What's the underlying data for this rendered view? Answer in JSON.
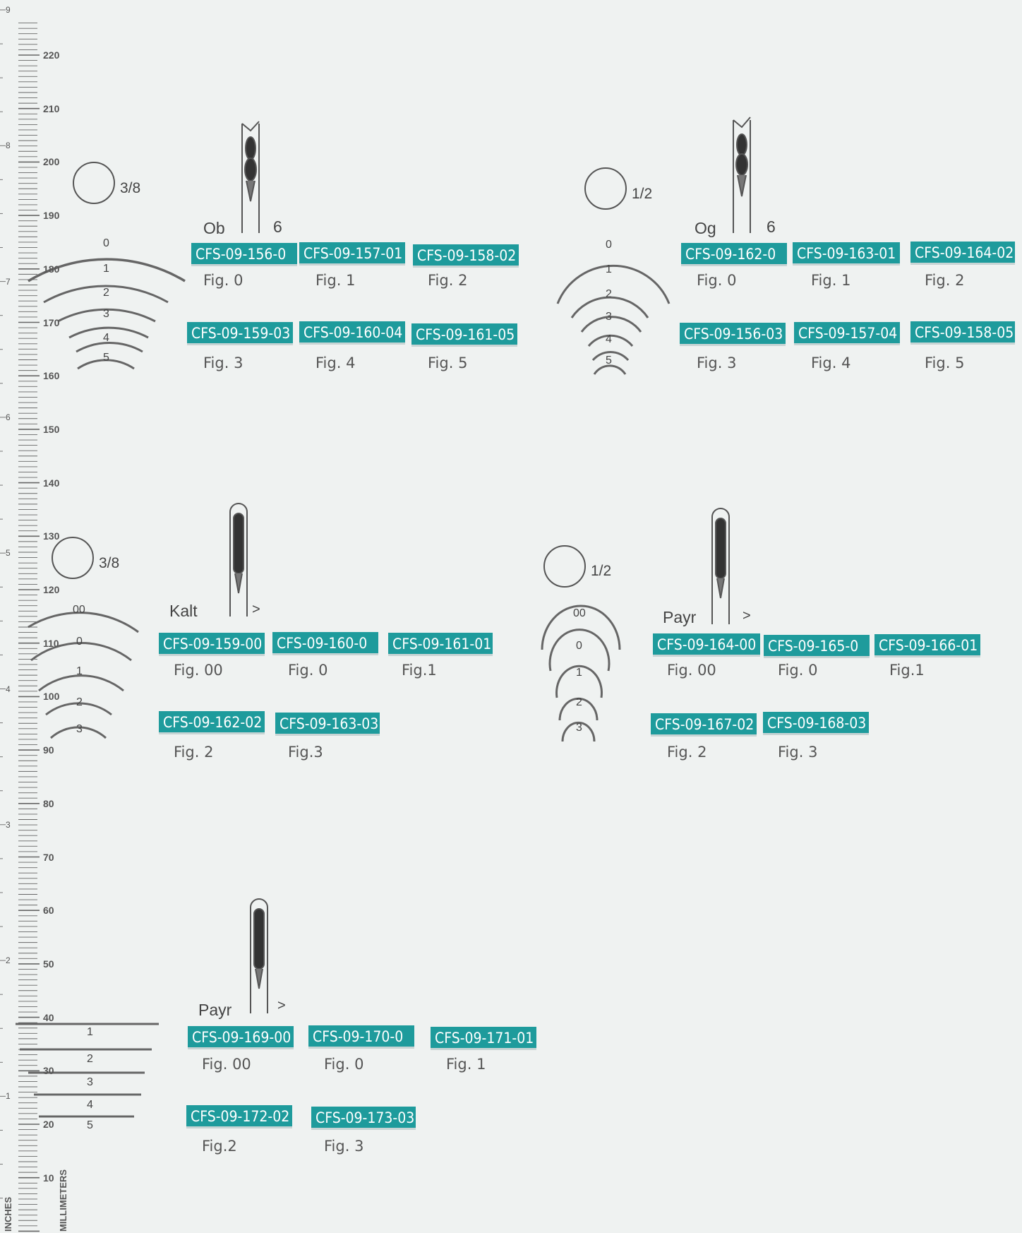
{
  "ruler": {
    "inches_label": "INCHES",
    "millimeters_label": "MILLIMETERS",
    "inch_marks": [
      "9",
      "8",
      "7",
      "6",
      "5",
      "4",
      "3",
      "2",
      "1"
    ],
    "mm_marks": [
      "220",
      "210",
      "200",
      "190",
      "180",
      "170",
      "160",
      "150",
      "140",
      "130",
      "120",
      "110",
      "100",
      "90",
      "80",
      "70",
      "60",
      "50",
      "40",
      "30",
      "20",
      "10"
    ]
  },
  "groups": [
    {
      "curvature": "3/8",
      "eye_type": "Ob",
      "size_label": "6",
      "curve_labels": [
        "0",
        "1",
        "2",
        "3",
        "4",
        "5"
      ],
      "products": [
        {
          "code": "CFS-09-156-0",
          "fig": "Fig. 0"
        },
        {
          "code": "CFS-09-157-01",
          "fig": "Fig. 1"
        },
        {
          "code": "CFS-09-158-02",
          "fig": "Fig. 2"
        },
        {
          "code": "CFS-09-159-03",
          "fig": "Fig. 3"
        },
        {
          "code": "CFS-09-160-04",
          "fig": "Fig. 4"
        },
        {
          "code": "CFS-09-161-05",
          "fig": "Fig. 5"
        }
      ]
    },
    {
      "curvature": "1/2",
      "eye_type": "Og",
      "size_label": "6",
      "curve_labels": [
        "0",
        "1",
        "2",
        "3",
        "4",
        "5"
      ],
      "products": [
        {
          "code": "CFS-09-162-0",
          "fig": "Fig. 0"
        },
        {
          "code": "CFS-09-163-01",
          "fig": "Fig. 1"
        },
        {
          "code": "CFS-09-164-02",
          "fig": "Fig. 2"
        },
        {
          "code": "CFS-09-156-03",
          "fig": "Fig. 3"
        },
        {
          "code": "CFS-09-157-04",
          "fig": "Fig. 4"
        },
        {
          "code": "CFS-09-158-05",
          "fig": "Fig. 5"
        }
      ]
    },
    {
      "curvature": "3/8",
      "eye_type": "Kalt",
      "size_label": ">",
      "curve_labels": [
        "00",
        "0",
        "1",
        "2",
        "3"
      ],
      "products": [
        {
          "code": "CFS-09-159-00",
          "fig": "Fig. 00"
        },
        {
          "code": "CFS-09-160-0",
          "fig": "Fig. 0"
        },
        {
          "code": "CFS-09-161-01",
          "fig": "Fig.1"
        },
        {
          "code": "CFS-09-162-02",
          "fig": "Fig. 2"
        },
        {
          "code": "CFS-09-163-03",
          "fig": "Fig.3"
        }
      ]
    },
    {
      "curvature": "1/2",
      "eye_type": "Payr",
      "size_label": ">",
      "curve_labels": [
        "00",
        "0",
        "1",
        "2",
        "3"
      ],
      "products": [
        {
          "code": "CFS-09-164-00",
          "fig": "Fig. 00"
        },
        {
          "code": "CFS-09-165-0",
          "fig": "Fig. 0"
        },
        {
          "code": "CFS-09-166-01",
          "fig": "Fig.1"
        },
        {
          "code": "CFS-09-167-02",
          "fig": "Fig. 2"
        },
        {
          "code": "CFS-09-168-03",
          "fig": "Fig. 3"
        }
      ]
    },
    {
      "curvature": "",
      "eye_type": "Payr",
      "size_label": ">",
      "curve_labels": [
        "1",
        "2",
        "3",
        "4",
        "5"
      ],
      "products": [
        {
          "code": "CFS-09-169-00",
          "fig": "Fig. 00"
        },
        {
          "code": "CFS-09-170-0",
          "fig": "Fig. 0"
        },
        {
          "code": "CFS-09-171-01",
          "fig": "Fig. 1"
        },
        {
          "code": "CFS-09-172-02",
          "fig": "Fig.2"
        },
        {
          "code": "CFS-09-173-03",
          "fig": "Fig. 3"
        }
      ]
    }
  ]
}
